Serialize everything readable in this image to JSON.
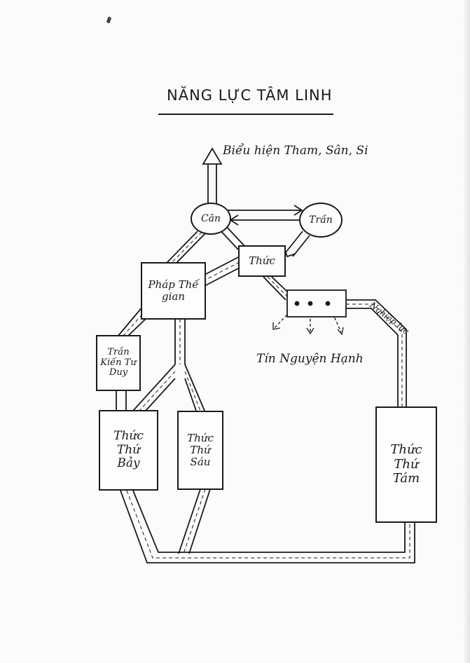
{
  "title": "NĂNG LỰC TÂM LINH",
  "top_label": "Biểu hiện Tham, Sân, Si",
  "nodes": {
    "can": "Căn",
    "tran": "Trần",
    "thuc": "Thức",
    "phap_the_gian": "Pháp Thế gian",
    "tran_kien_tu_duy": "Trần Kiến Tư Duy",
    "thuc_thu_bay": "Thức Thứ Bảy",
    "thuc_thu_sau": "Thức Thứ Sáu",
    "thuc_thu_tam": "Thức Thứ Tám"
  },
  "labels": {
    "tin_nguyen_hanh": "Tín Nguyện Hạnh",
    "nghiep_luc": "Nghiệp lực"
  }
}
